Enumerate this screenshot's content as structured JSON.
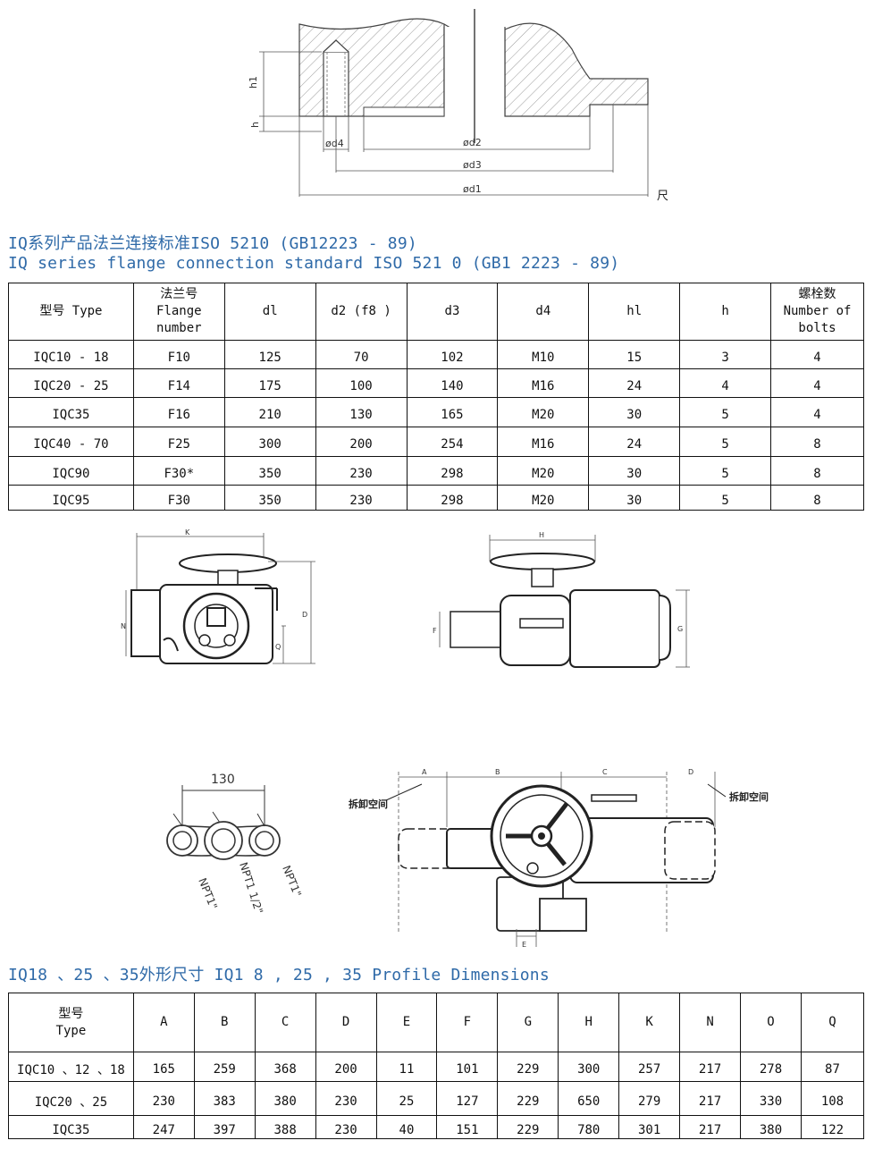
{
  "flange_drawing": {
    "labels": {
      "h1": "h1",
      "h": "h",
      "d4": "ød4",
      "d2": "ød2",
      "d3": "ød3",
      "d1": "ød1",
      "unit": "尺"
    }
  },
  "flange_section": {
    "title_cn": "IQ系列产品法兰连接标准ISO 5210 (GB12223 - 89)",
    "title_en": "IQ series flange connection standard ISO 521 0 (GB1 2223 - 89)",
    "headers": [
      "型号 Type",
      "法兰号\nFlange\nnumber",
      "dl",
      "d2 (f8 )",
      "d3",
      "d4",
      "hl",
      "h",
      "螺栓数\nNumber of\nbolts"
    ],
    "rows": [
      [
        "IQC10 - 18",
        "F10",
        "125",
        "70",
        "102",
        "M10",
        "15",
        "3",
        "4"
      ],
      [
        "IQC20 - 25",
        "F14",
        "175",
        "100",
        "140",
        "M16",
        "24",
        "4",
        "4"
      ],
      [
        "IQC35",
        "F16",
        "210",
        "130",
        "165",
        "M20",
        "30",
        "5",
        "4"
      ],
      [
        "IQC40 - 70",
        "F25",
        "300",
        "200",
        "254",
        "M16",
        "24",
        "5",
        "8"
      ],
      [
        "IQC90",
        "F30*",
        "350",
        "230",
        "298",
        "M20",
        "30",
        "5",
        "8"
      ],
      [
        "IQC95",
        "F30",
        "350",
        "230",
        "298",
        "M20",
        "30",
        "5",
        "8"
      ]
    ]
  },
  "actuator_drawings": {
    "front_labels": {
      "k": "K",
      "d": "D",
      "q": "Q",
      "n": "N"
    },
    "side_labels": {
      "h": "H",
      "f": "F",
      "g": "G"
    },
    "ports": {
      "spacing": "130",
      "left": "NPT1\"",
      "center": "NPT1 1/2\"",
      "right": "NPT1\""
    },
    "top_labels": {
      "a": "A",
      "b": "B",
      "c": "C",
      "d": "D",
      "e": "E",
      "clearance_left": "拆卸空间",
      "clearance_right": "拆卸空间"
    }
  },
  "profile_section": {
    "title": "IQ18 、25 、35外形尺寸 IQ1 8 , 25 , 35 Profile Dimensions",
    "headers": [
      "型号\nType",
      "A",
      "B",
      "C",
      "D",
      "E",
      "F",
      "G",
      "H",
      "K",
      "N",
      "O",
      "Q"
    ],
    "rows": [
      [
        "IQC10 、12 、18",
        "165",
        "259",
        "368",
        "200",
        "11",
        "101",
        "229",
        "300",
        "257",
        "217",
        "278",
        "87"
      ],
      [
        "IQC20 、25",
        "230",
        "383",
        "380",
        "230",
        "25",
        "127",
        "229",
        "650",
        "279",
        "217",
        "330",
        "108"
      ],
      [
        "IQC35",
        "247",
        "397",
        "388",
        "230",
        "40",
        "151",
        "229",
        "780",
        "301",
        "217",
        "380",
        "122"
      ]
    ]
  }
}
